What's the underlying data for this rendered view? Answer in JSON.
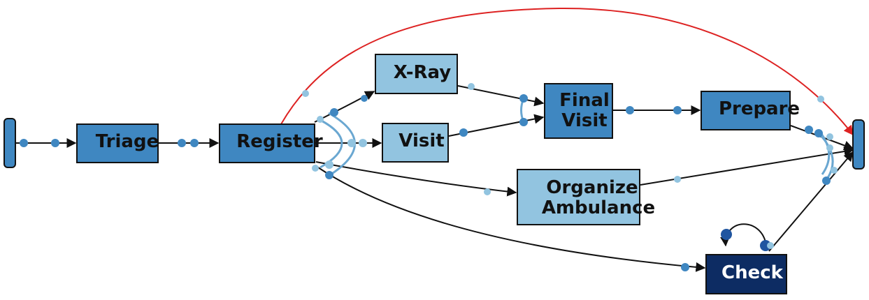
{
  "diagram": {
    "colors": {
      "medium_node": "#3f87c1",
      "light_node": "#92c4e0",
      "dark_node": "#0d2c63",
      "edge": "#111111",
      "highlight_edge": "#dd2222",
      "binding": "#6aa7d1"
    },
    "nodes": {
      "triage": "Triage",
      "register": "Register",
      "xray": "X-Ray",
      "visit": "Visit",
      "final_visit_line1": "Final",
      "final_visit_line2": "Visit",
      "prepare": "Prepare",
      "organize_ambulance_line1": "Organize",
      "organize_ambulance_line2": "Ambulance",
      "check": "Check"
    }
  }
}
